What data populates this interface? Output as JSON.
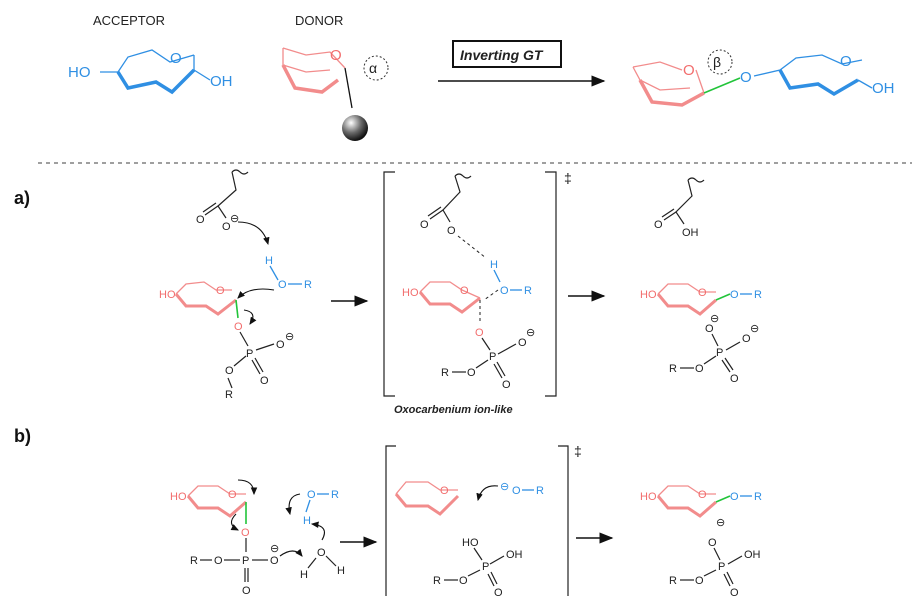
{
  "header": {
    "acceptor_label": "ACCEPTOR",
    "donor_label": "DONOR",
    "enzyme_label": "Inverting GT",
    "alpha": "α",
    "beta": "β",
    "ho": "HO",
    "oh": "OH",
    "o": "O"
  },
  "section_a": {
    "label": "a)",
    "ts_caption": "Oxocarbenium ion-like",
    "double_dagger": "‡"
  },
  "section_b": {
    "label": "b)",
    "double_dagger": "‡"
  },
  "atoms": {
    "O": "O",
    "H": "H",
    "R": "R",
    "P": "P",
    "HO": "HO",
    "OH": "OH",
    "minus": "⊖",
    "OR": "O─R"
  },
  "colors": {
    "acceptor": "#2f8fe3",
    "donor": "#f26d6d",
    "new_bond": "#22c43a"
  }
}
